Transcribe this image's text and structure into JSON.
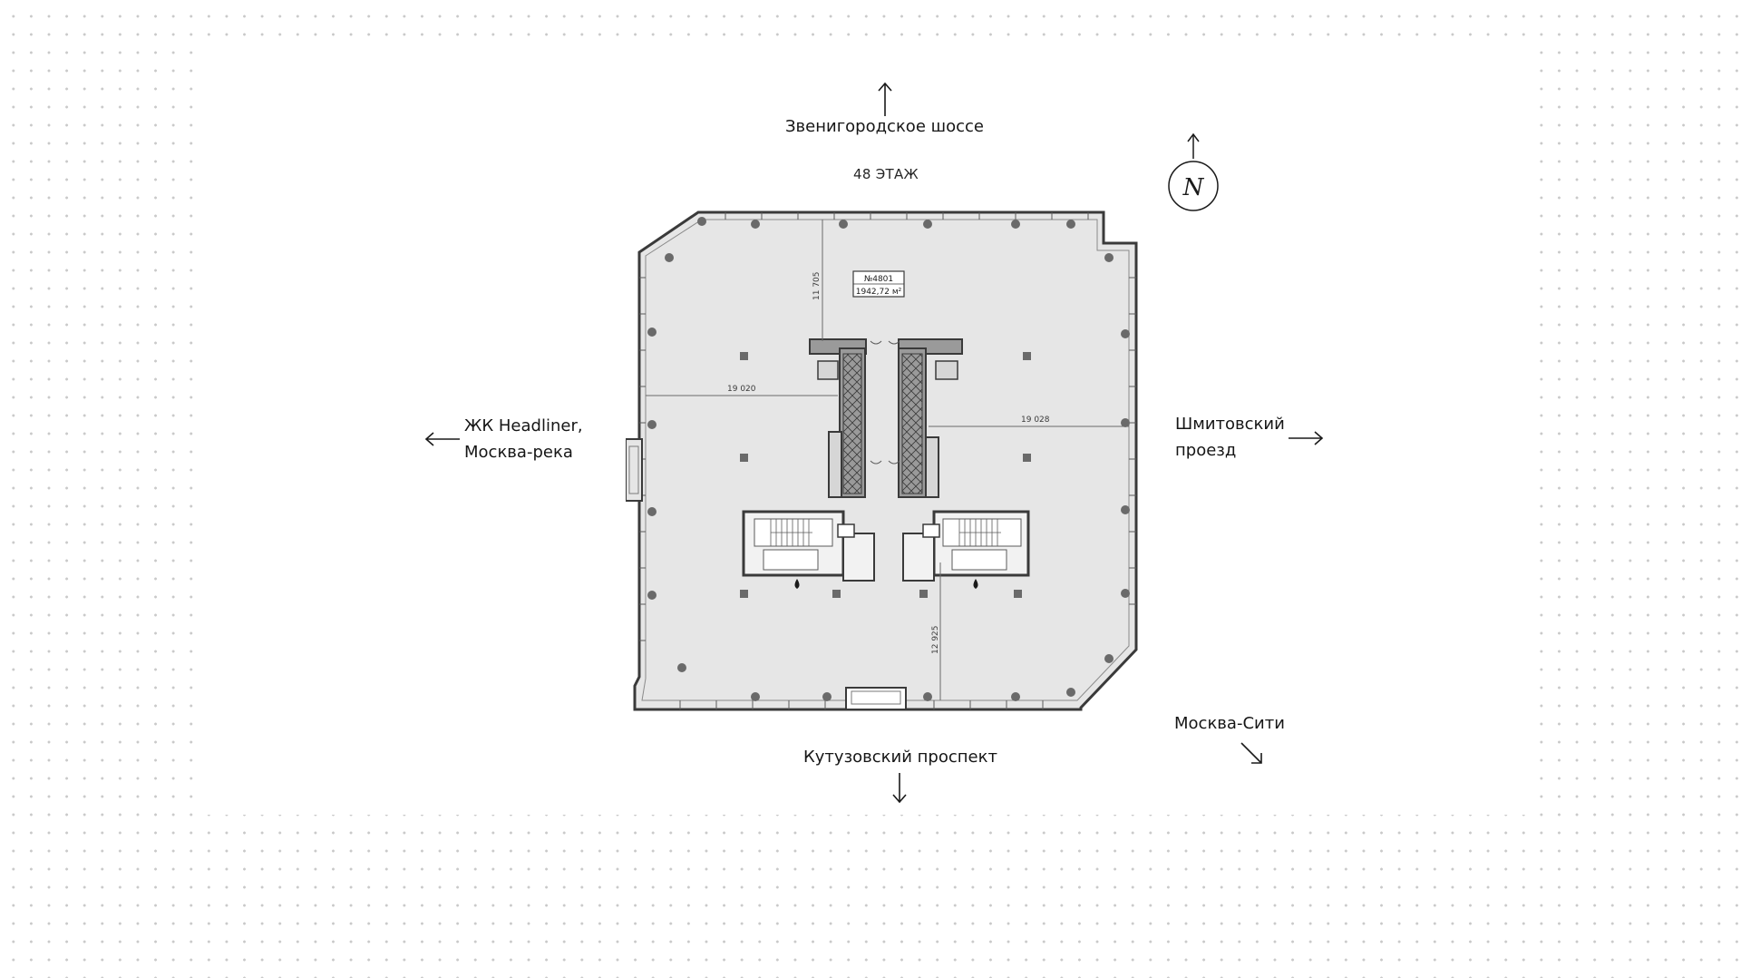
{
  "floor": {
    "title": "48 ЭТАЖ"
  },
  "unit": {
    "number": "№4801",
    "area": "1942,72 м²"
  },
  "directions": {
    "north": "Звенигородское шоссе",
    "south": "Кутузовский проспект",
    "west_line1": "ЖК Headliner,",
    "west_line2": "Москва-река",
    "east_line1": "Шмитовский",
    "east_line2": "проезд",
    "southeast": "Москва-Сити"
  },
  "dimensions": {
    "top": "11 705",
    "left": "19 020",
    "right": "19 028",
    "bottom": "12 925"
  },
  "compass": {
    "letter": "N"
  },
  "colors": {
    "floor_fill": "#e6e6e6",
    "wall": "#3a3a3a",
    "core_fill": "#9a9a9a",
    "text": "#161616",
    "dot_grid": "#c9c9c9"
  }
}
